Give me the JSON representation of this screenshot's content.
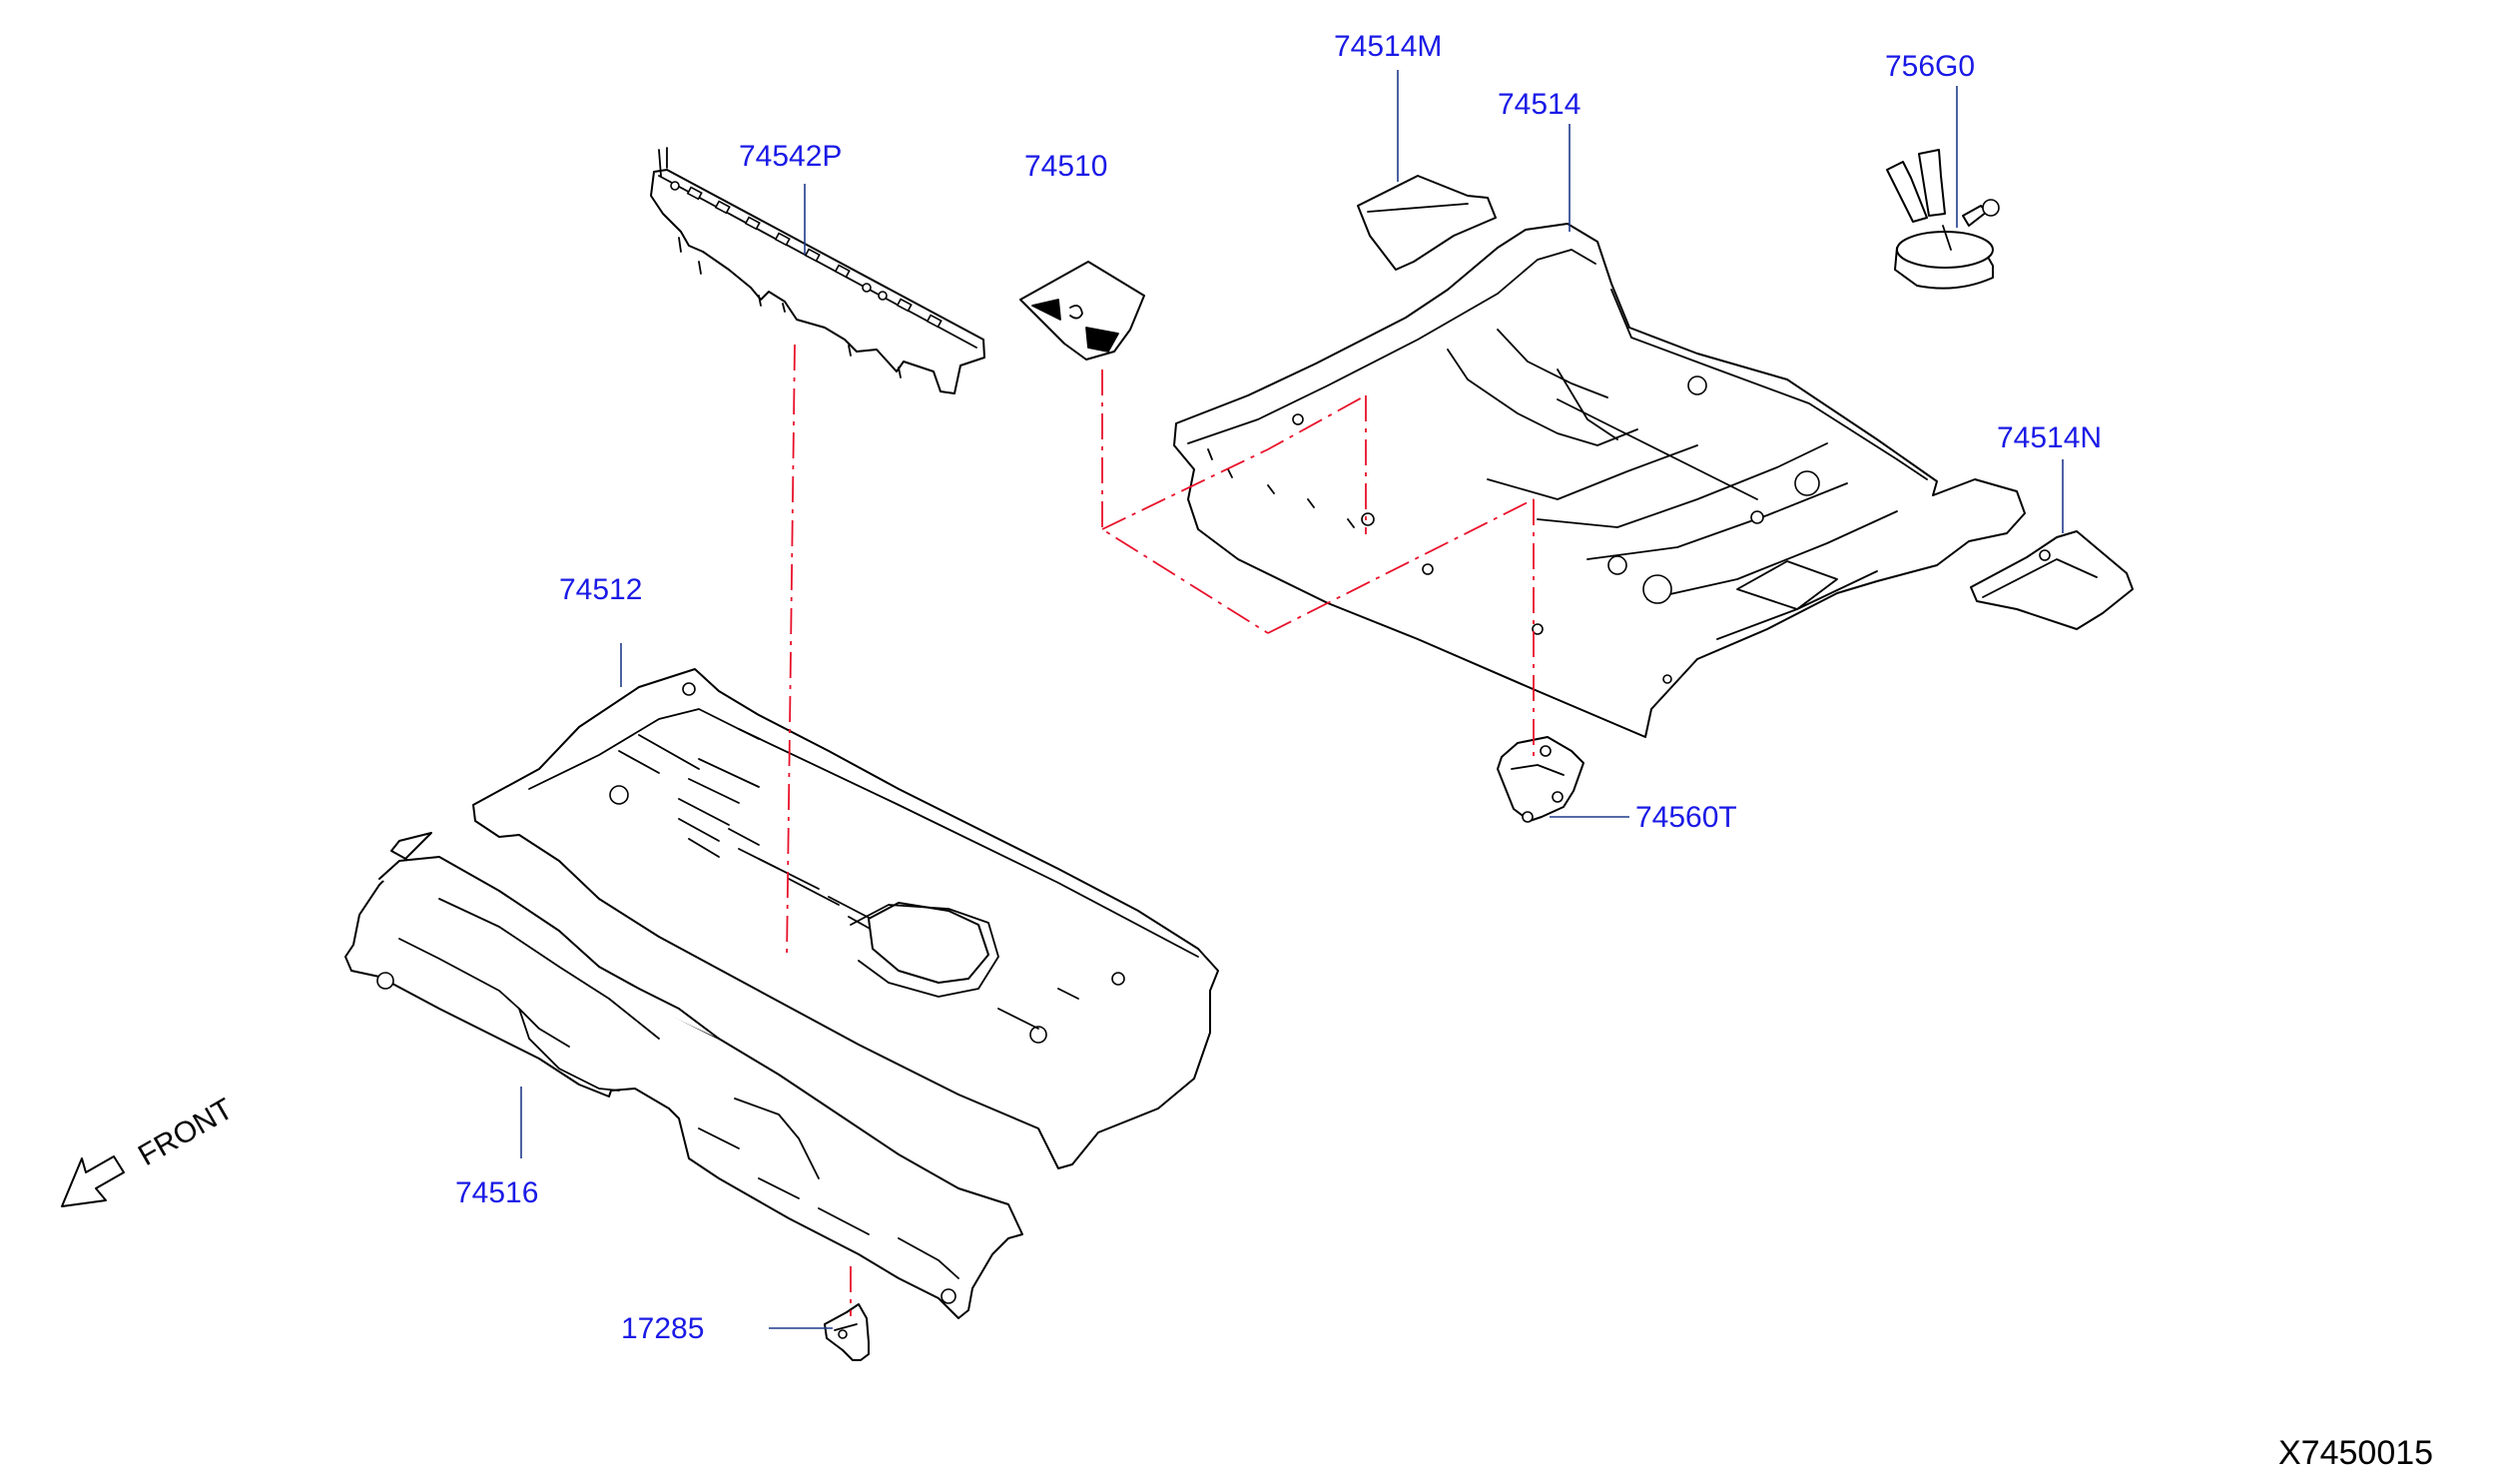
{
  "parts": {
    "p74542P": "74542P",
    "p74510": "74510",
    "p74514M": "74514M",
    "p74514": "74514",
    "p756G0": "756G0",
    "p74514N": "74514N",
    "p74512": "74512",
    "p74516": "74516",
    "p74560T": "74560T",
    "p17285": "17285"
  },
  "direction_label": "FRONT",
  "diagram_id": "X7450015",
  "colors": {
    "label": "#1a1ae6",
    "leader": "#1f3a8a",
    "chain_line": "#e8102a",
    "line_art": "#000000"
  }
}
